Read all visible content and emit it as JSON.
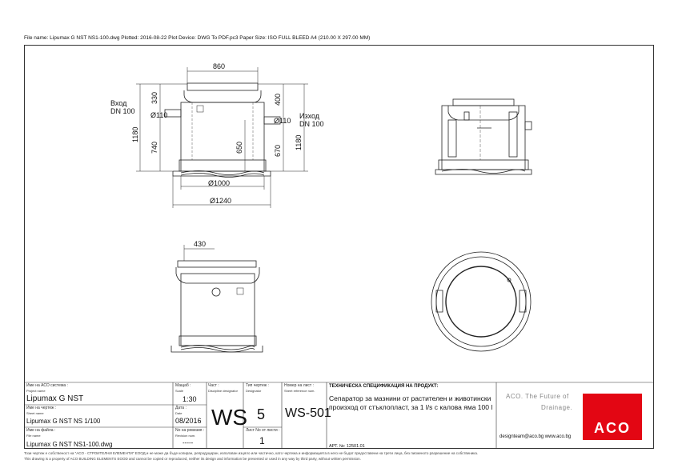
{
  "header": {
    "line": "File name: Lipumax G NST NS1-100.dwg   Plotted: 2016-08-22   Plot Device: DWG To PDF.pc3   Paper Size: ISO FULL BLEED A4 (210.00 X 297.00 MM)"
  },
  "drawing": {
    "inlet_label": "Вход",
    "inlet_dn": "DN 100",
    "outlet_label": "Изход",
    "outlet_dn": "DN 100",
    "dim_860": "860",
    "dim_330": "330",
    "dim_400": "400",
    "dim_110_in": "Ø110",
    "dim_110_out": "Ø110",
    "dim_1180_left": "1180",
    "dim_740": "740",
    "dim_650": "650",
    "dim_670": "670",
    "dim_1180_right": "1180",
    "dim_1000": "Ø1000",
    "dim_1240": "Ø1240",
    "dim_430": "430"
  },
  "title_block": {
    "project_label_bg": "Име на АСО система :",
    "project_label_en": "Project name",
    "project_value": "Lipumax G NST",
    "sheet_label_bg": "Име на чертеж :",
    "sheet_label_en": "Sheet name",
    "sheet_value": "Lipumax G NST NS 1/100",
    "file_label_bg": "Име на файла :",
    "file_label_en": "File name",
    "file_value": "Lipumax G NST NS1-100.dwg",
    "scale_label_bg": "Мащаб :",
    "scale_label_en": "Scale",
    "scale_value": "1:30",
    "date_label_bg": "Дата :",
    "date_label_en": "Date",
    "date_value": "08/2016",
    "rev_label_bg": "No на ревизия :",
    "rev_label_en": "Revision num.",
    "rev_value": "-----",
    "part_label_bg": "Част :",
    "part_label_en": "Discipline designator",
    "part_value": "WS",
    "type_label_bg": "Тип чертеж :",
    "type_label_en": "Designator",
    "type_value": "5",
    "sheet_no_label_bg": "Лист No от листи :",
    "sheet_no_value": "1",
    "num_label_bg": "Номер на лист :",
    "num_label_en": "Sheet reference num.",
    "num_value": "WS-501",
    "spec_title": "ТЕХНИЧЕСКА СПЕЦИФИКАЦИЯ НА ПРОДУКТ:",
    "spec_line1": "Сепаратор за мазнини от растителен и животински",
    "spec_line2": "произход от стъклопласт, за 1 l/s с калова яма 100 l",
    "art_no": "АРТ. №: 12501.01",
    "aco_tag1": "ACO. The Future of",
    "aco_tag2": "Drainage.",
    "aco_contact": "designteam@aco.bg   www.aco.bg",
    "aco_logo": "ACO",
    "brand_red": "#e30613"
  },
  "footer": {
    "line1": "Този чертеж е собственост на \"ACO - СТРОИТЕЛНИ ЕЛЕМЕНТИ\" ЕООД и не може да бъде копиран, репродуциран, използван изцяло или частично, като чертежа и информацията в него не бъдат предоставени на трети лица, без писменото разрешение на собственика.",
    "line2": "This drawing is a property of ACO BUILDING ELEMENTS EOOD and cannot be copied or reproduced, neither its design and information be presented or used in any way by third party, without written permission."
  }
}
